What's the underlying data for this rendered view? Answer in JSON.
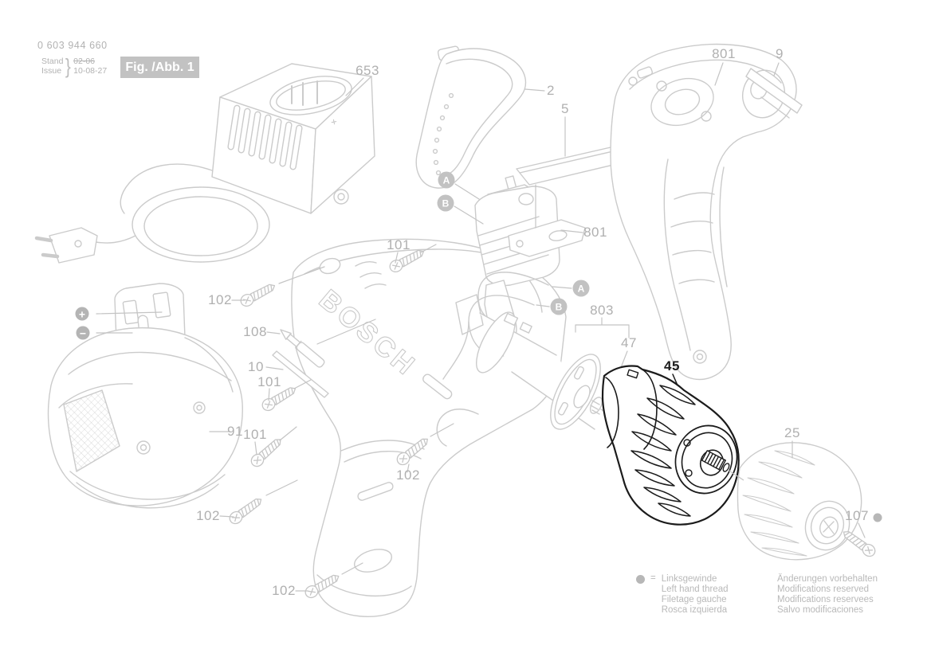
{
  "header": {
    "part_number": "0 603 944 660",
    "revision": {
      "stand_label": "Stand",
      "issue_label": "Issue",
      "brace": "}",
      "old_date": "02-06",
      "new_date": "10-08-27"
    },
    "figure_label": "Fig. /Abb. 1"
  },
  "artwork": {
    "molded_logo": "BOSCH",
    "charger_plus_mark": "+"
  },
  "callouts": {
    "charger": "653",
    "clip": "2",
    "cover_plate": "5",
    "housing_right": "801",
    "name_plate": "9",
    "switch": "801",
    "screw_top": "101",
    "screw_upper_left": "102",
    "screwdriver_bit": "108",
    "depth_rod": "10",
    "screw_mid": "101",
    "battery_pack": "91",
    "screw_lower": "101",
    "screw_left": "102",
    "screw_handle": "102",
    "screw_base": "102",
    "motor": "803",
    "pinion": "47",
    "gearbox": "45",
    "chuck": "25",
    "chuck_screw": "107"
  },
  "badges": {
    "connector_a": "A",
    "connector_b": "B",
    "battery_plus": "+",
    "battery_minus": "−"
  },
  "legend": {
    "equals_sign": "=",
    "left_hand_thread": [
      "Linksgewinde",
      "Left hand thread",
      "Filetage gauche",
      "Rosca izquierda"
    ],
    "modifications": [
      "Änderungen vorbehalten",
      "Modifications reserved",
      "Modifications reservees",
      "Salvo modificaciones"
    ]
  },
  "colors": {
    "line": "#cbcbcb",
    "label": "#b0b0b0",
    "highlight": "#1b1b1b",
    "figure_box_bg": "#c2c2c2"
  }
}
